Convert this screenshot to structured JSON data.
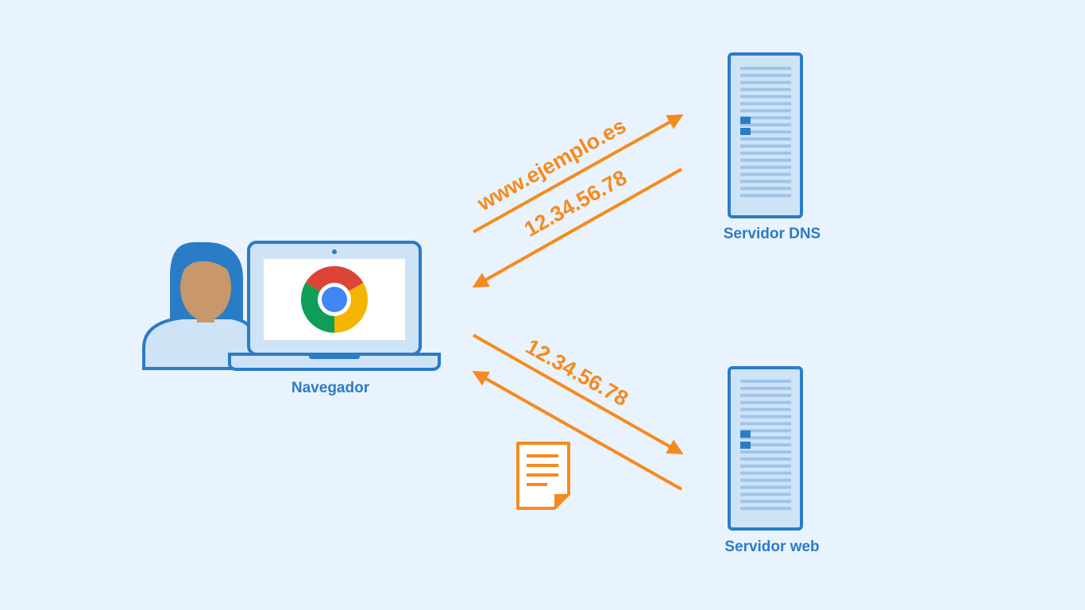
{
  "colors": {
    "background": "#e9f3fd",
    "primary_blue": "#2a7cc7",
    "light_blue": "#cfe3f7",
    "orange": "#f68a1e",
    "skin": "#c8976a"
  },
  "nodes": {
    "browser": {
      "label": "Navegador",
      "icon": "chrome-icon"
    },
    "dns_server": {
      "label": "Servidor DNS",
      "icon": "server-icon"
    },
    "web_server": {
      "label": "Servidor web",
      "icon": "server-icon"
    }
  },
  "flows": {
    "dns_query": {
      "label": "www.ejemplo.es"
    },
    "dns_response": {
      "label": "12.34.56.78"
    },
    "web_request": {
      "label": "12.34.56.78"
    },
    "web_response": {
      "icon": "document-icon"
    }
  }
}
